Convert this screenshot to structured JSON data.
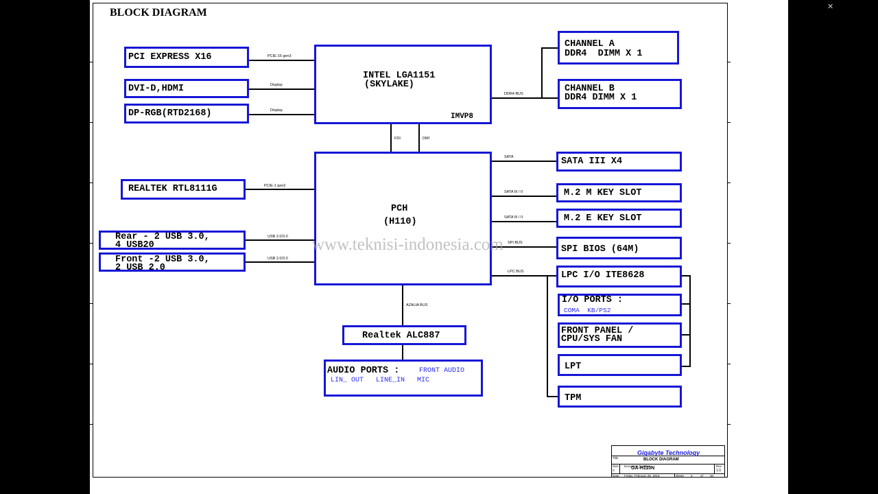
{
  "title": "BLOCK DIAGRAM",
  "watermark": "www.teknisi-indonesia.com",
  "blocks": {
    "cpu": {
      "line1": "INTEL LGA1151",
      "line2": "(SKYLAKE)",
      "vr": "IMVP8"
    },
    "pch": {
      "line1": "PCH",
      "line2": "(H110)"
    },
    "pcie_x16": "PCI EXPRESS X16",
    "dvi_hdmi": "DVI-D,HDMI",
    "dp_rgb": "DP-RGB(RTD2168)",
    "channel_a": {
      "line1": "CHANNEL A",
      "line2": "DDR4  DIMM X 1"
    },
    "channel_b": {
      "line1": "CHANNEL B",
      "line2": "DDR4 DIMM X 1"
    },
    "sata": "SATA III X4",
    "m2_m": "M.2 M KEY SLOT",
    "m2_e": "M.2 E KEY SLOT",
    "spi_bios": "SPI BIOS (64M)",
    "lpc_io": "LPC I/O ITE8628",
    "io_ports": {
      "title": "I/O PORTS :",
      "detail": "COMA  KB/PS2"
    },
    "front_panel": {
      "line1": "FRONT PANEL /",
      "line2": "CPU/SYS FAN"
    },
    "lpt": "LPT",
    "tpm": "TPM",
    "realtek_lan": "REALTEK RTL8111G",
    "usb_rear": {
      "line1": "Rear - 2 USB 3.0,",
      "line2": "4 USB20"
    },
    "usb_front": {
      "line1": "Front -2 USB 3.0,",
      "line2": "2 USB 2.0"
    },
    "audio_codec": "Realtek ALC887",
    "audio_ports": {
      "title": "AUDIO PORTS :",
      "front": "FRONT AUDIO",
      "line2": "LIN_ OUT   LINE_IN   MIC"
    }
  },
  "buses": {
    "pcie16": "PCIE-16 gen3",
    "display1": "Display",
    "display2": "Display",
    "ddr4": "DDR4 BUS",
    "fdi": "FDI",
    "dmi": "DMI",
    "sata": "SATA",
    "sata_m": "SATA III / II",
    "sata_e": "SATA III / II",
    "spi": "SPI BUS",
    "lpc": "LPC BUS",
    "pcie1": "PCIE-1 gen2",
    "usb_rear": "USB 2.0/3.0",
    "usb_front": "USB 2.0/3.0",
    "azalia": "AZALIA BUS"
  },
  "title_block": {
    "company": "Gigabyte Technology",
    "title_label": "Title",
    "document": "BLOCK DIAGRAM",
    "size_label": "Size",
    "size": "C",
    "docnum_label": "Document Number",
    "model": "GA-H110N",
    "rev_label": "Rev",
    "rev": "1.0",
    "date_label": "Date:",
    "date": "Friday, February 26, 2016",
    "sheet_label": "Sheet",
    "sheet": "3",
    "of_label": "of",
    "of": "30"
  },
  "window": {
    "close_glyph": "✕"
  }
}
